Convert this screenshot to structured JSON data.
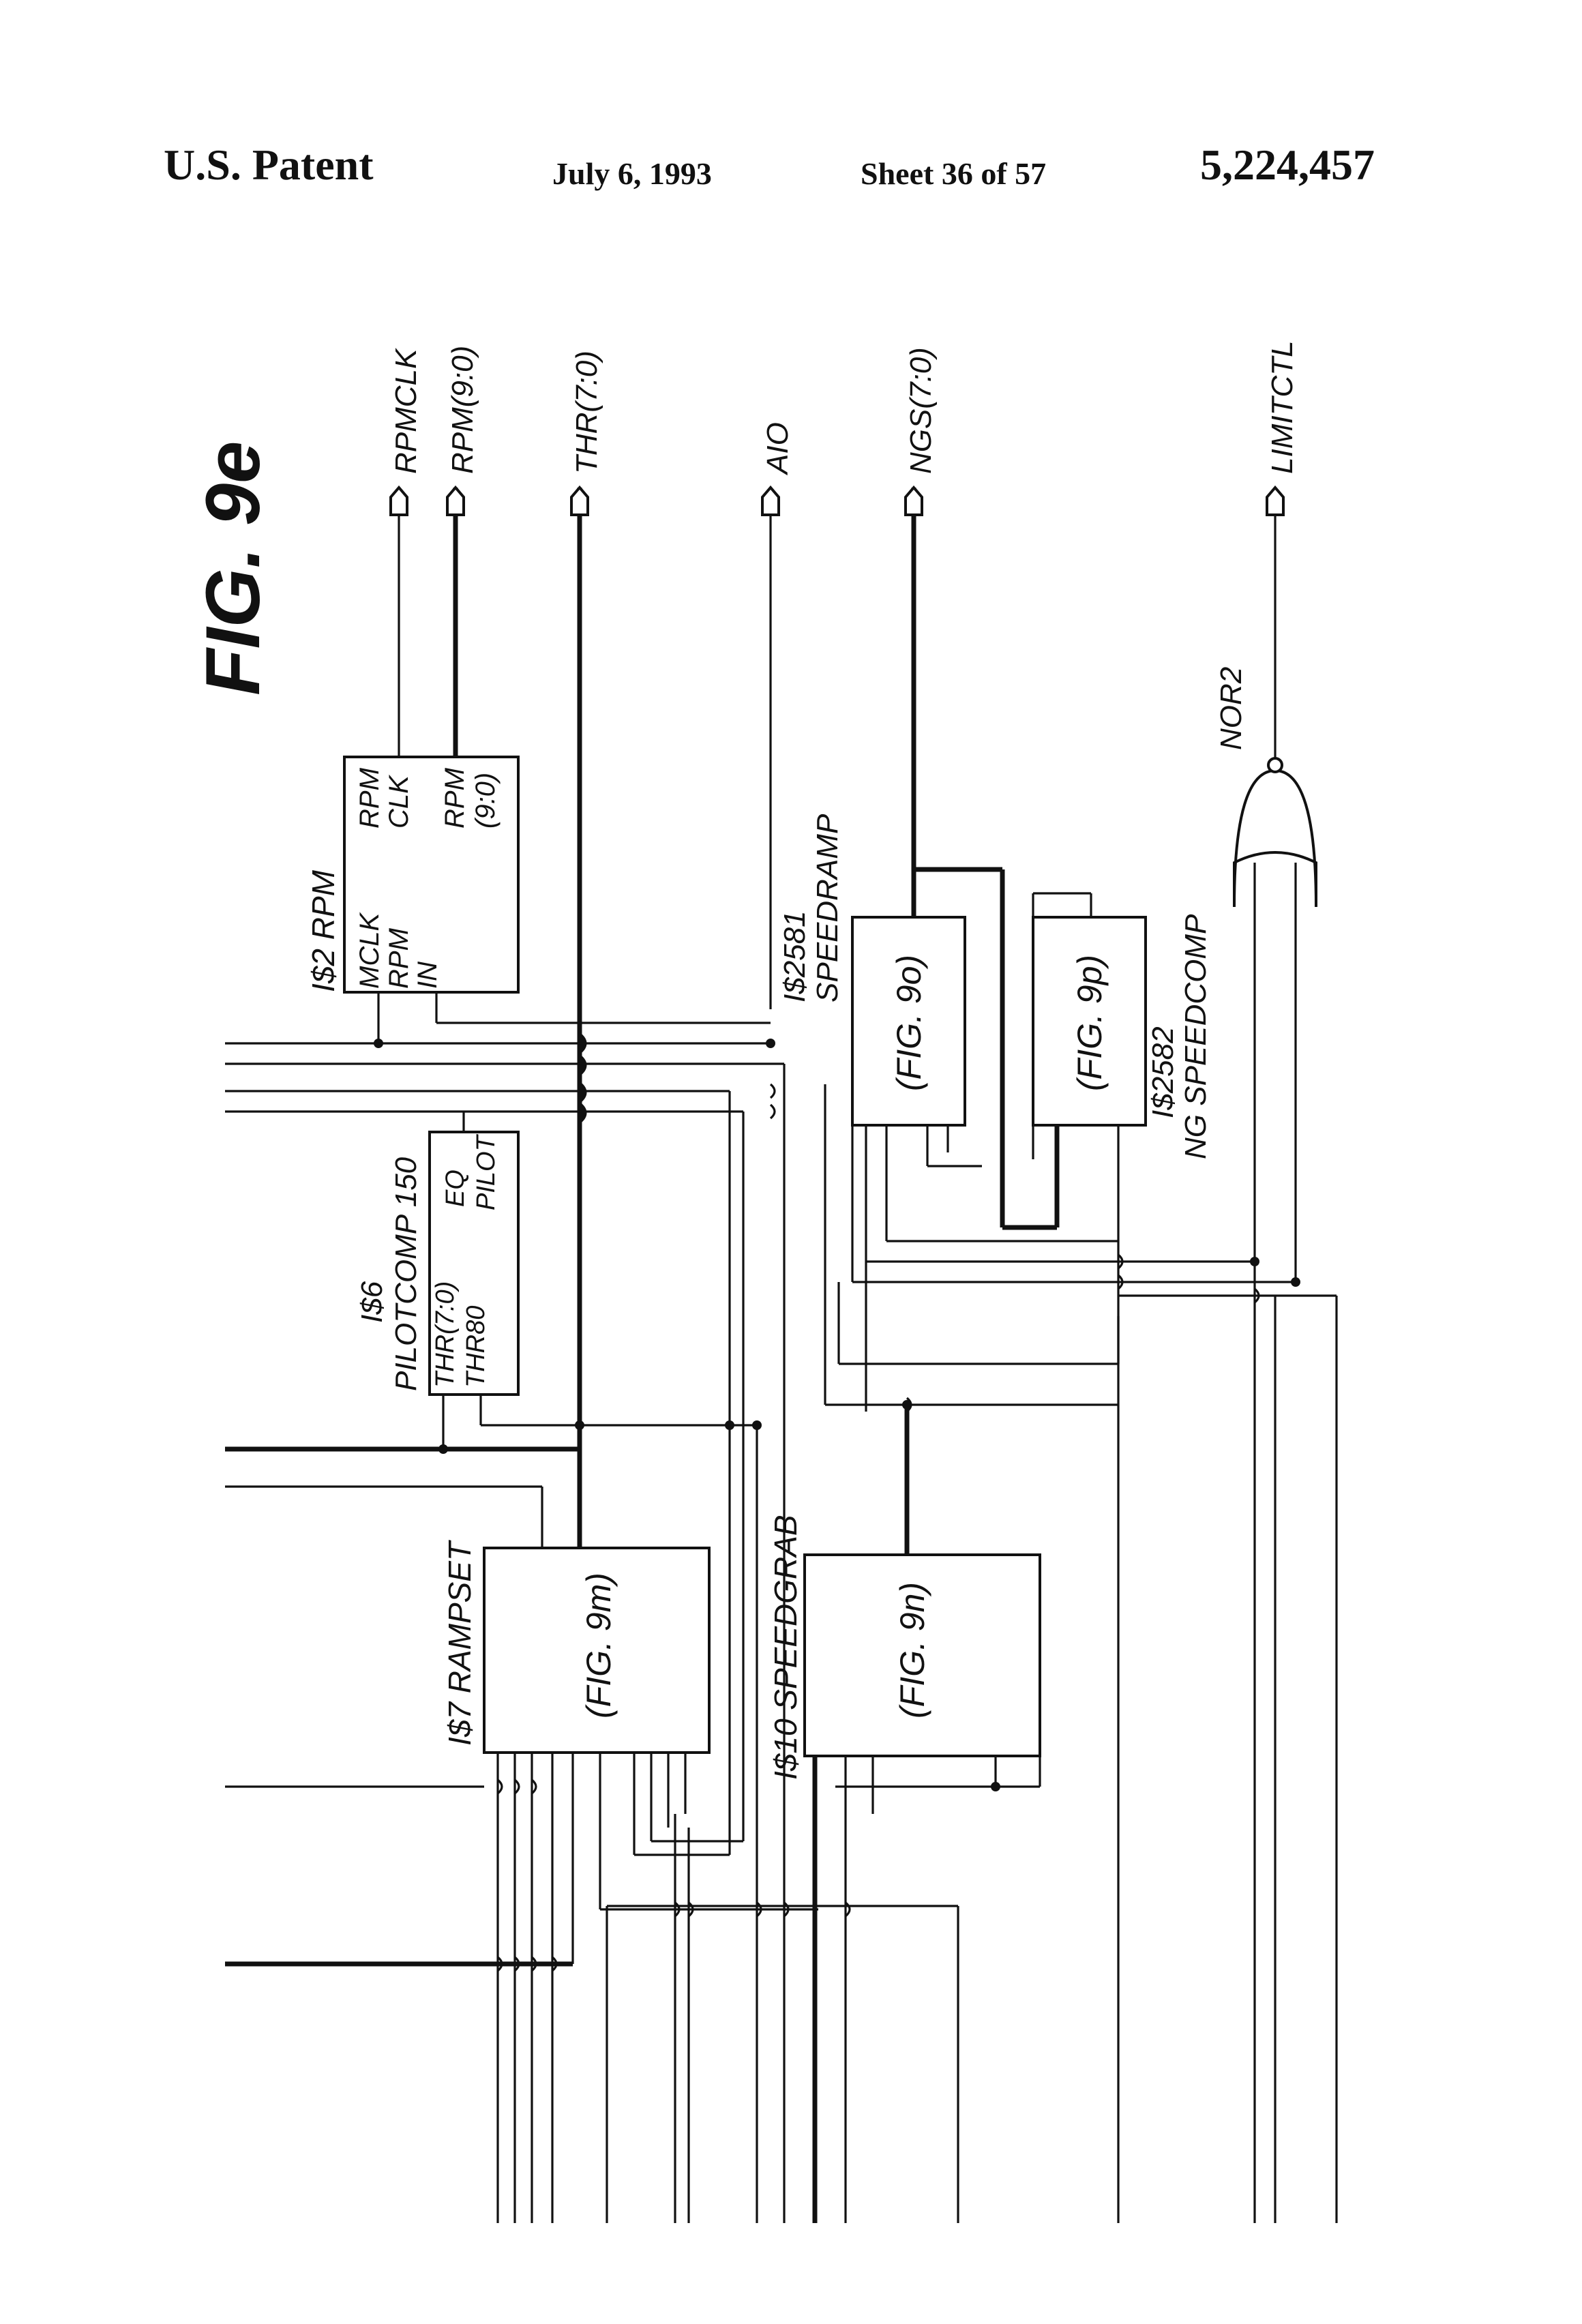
{
  "header": {
    "left": "U.S. Patent",
    "date": "July 6, 1993",
    "sheet": "Sheet 36 of 57",
    "number": "5,224,457"
  },
  "figure": {
    "title": "FIG. 9e"
  },
  "blocks": {
    "rpm": {
      "name": "I$2 RPM",
      "ports": [
        "MCLK",
        "RPM",
        "IN",
        "RPM",
        "CLK",
        "RPM",
        "(9:0)"
      ]
    },
    "pilotcomp": {
      "inst": "I$6",
      "name": "PILOTCOMP 150",
      "ports": [
        "THR(7:0)",
        "THR80",
        "EQ",
        "PILOT"
      ]
    },
    "speedramp": {
      "name": "I$2581",
      "sub": "SPEEDRAMP",
      "ref": "(FIG. 9o)"
    },
    "speedcomp": {
      "name": "I$2582",
      "sub": "NG SPEEDCOMP",
      "ref": "(FIG. 9p)"
    },
    "rampset": {
      "name": "I$7 RAMPSET",
      "ref": "(FIG. 9m)"
    },
    "speedgrab": {
      "name": "I$10 SPEEDGRAB",
      "ref": "(FIG. 9n)"
    },
    "nor": {
      "name": "NOR2"
    }
  },
  "outputs": [
    "RPMCLK",
    "RPM(9:0)",
    "THR(7:0)",
    "AIO",
    "NGS(7:0)",
    "LIMITCTL"
  ]
}
